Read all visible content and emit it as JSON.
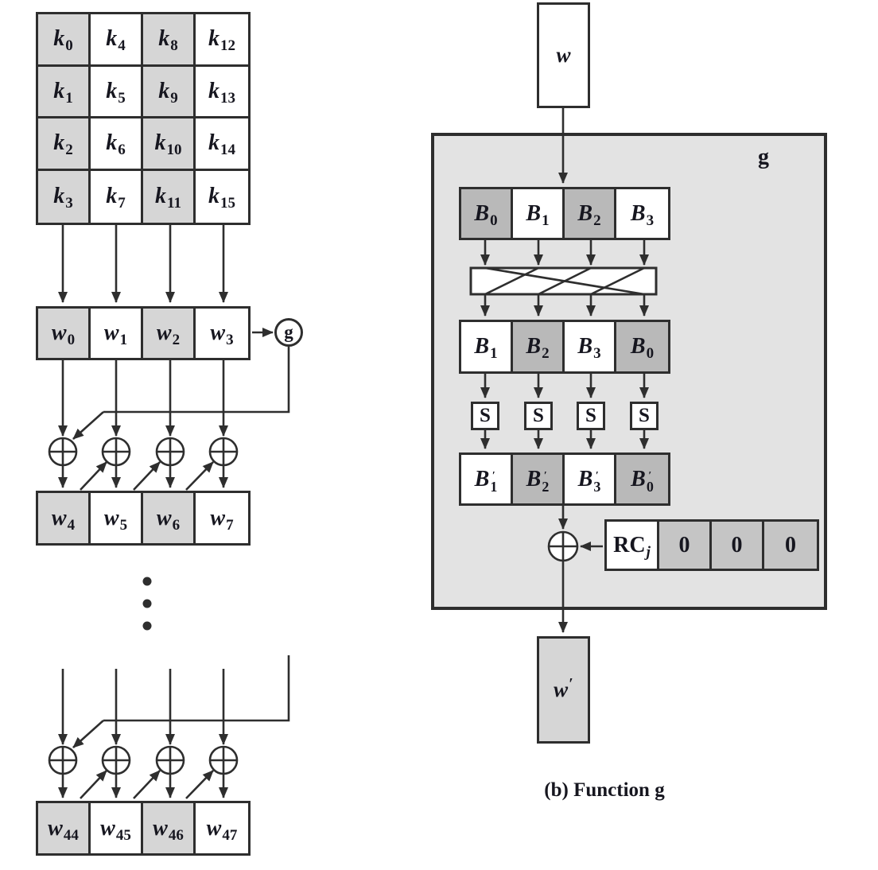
{
  "colors": {
    "line": "#2e2e2e",
    "cell_border": "#2e2e2e",
    "text": "#16161f",
    "shade_light": "#d6d6d6",
    "shade_dark": "#b9b9b9",
    "zero_cell": "#c5c5c5",
    "gbox_bg": "#e3e3e3",
    "white": "#ffffff"
  },
  "key_grid": {
    "cells": [
      {
        "b": "k",
        "s": "0"
      },
      {
        "b": "k",
        "s": "4"
      },
      {
        "b": "k",
        "s": "8"
      },
      {
        "b": "k",
        "s": "12"
      },
      {
        "b": "k",
        "s": "1"
      },
      {
        "b": "k",
        "s": "5"
      },
      {
        "b": "k",
        "s": "9"
      },
      {
        "b": "k",
        "s": "13"
      },
      {
        "b": "k",
        "s": "2"
      },
      {
        "b": "k",
        "s": "6"
      },
      {
        "b": "k",
        "s": "10"
      },
      {
        "b": "k",
        "s": "14"
      },
      {
        "b": "k",
        "s": "3"
      },
      {
        "b": "k",
        "s": "7"
      },
      {
        "b": "k",
        "s": "11"
      },
      {
        "b": "k",
        "s": "15"
      }
    ]
  },
  "w_rows": {
    "top": [
      {
        "b": "w",
        "s": "0"
      },
      {
        "b": "w",
        "s": "1"
      },
      {
        "b": "w",
        "s": "2"
      },
      {
        "b": "w",
        "s": "3"
      }
    ],
    "mid": [
      {
        "b": "w",
        "s": "4"
      },
      {
        "b": "w",
        "s": "5"
      },
      {
        "b": "w",
        "s": "6"
      },
      {
        "b": "w",
        "s": "7"
      }
    ],
    "bottom": [
      {
        "b": "w",
        "s": "44"
      },
      {
        "b": "w",
        "s": "45"
      },
      {
        "b": "w",
        "s": "46"
      },
      {
        "b": "w",
        "s": "47"
      }
    ]
  },
  "g_circle": {
    "label": "g"
  },
  "gbox": {
    "label": "g"
  },
  "caption": "(b) Function g",
  "w_in": {
    "b": "w"
  },
  "w_out": {
    "b": "w",
    "p": "′"
  },
  "b_top": [
    {
      "b": "B",
      "s": "0"
    },
    {
      "b": "B",
      "s": "1"
    },
    {
      "b": "B",
      "s": "2"
    },
    {
      "b": "B",
      "s": "3"
    }
  ],
  "b_rot": [
    {
      "b": "B",
      "s": "1"
    },
    {
      "b": "B",
      "s": "2"
    },
    {
      "b": "B",
      "s": "3"
    },
    {
      "b": "B",
      "s": "0"
    }
  ],
  "s_row": [
    {
      "b": "S"
    },
    {
      "b": "S"
    },
    {
      "b": "S"
    },
    {
      "b": "S"
    }
  ],
  "b_prime": [
    {
      "b": "B",
      "p": "′",
      "s": "1"
    },
    {
      "b": "B",
      "p": "′",
      "s": "2"
    },
    {
      "b": "B",
      "p": "′",
      "s": "3"
    },
    {
      "b": "B",
      "p": "′",
      "s": "0"
    }
  ],
  "rc_row": [
    {
      "b": "RC",
      "s": "j"
    },
    {
      "b": "0"
    },
    {
      "b": "0"
    },
    {
      "b": "0"
    }
  ]
}
